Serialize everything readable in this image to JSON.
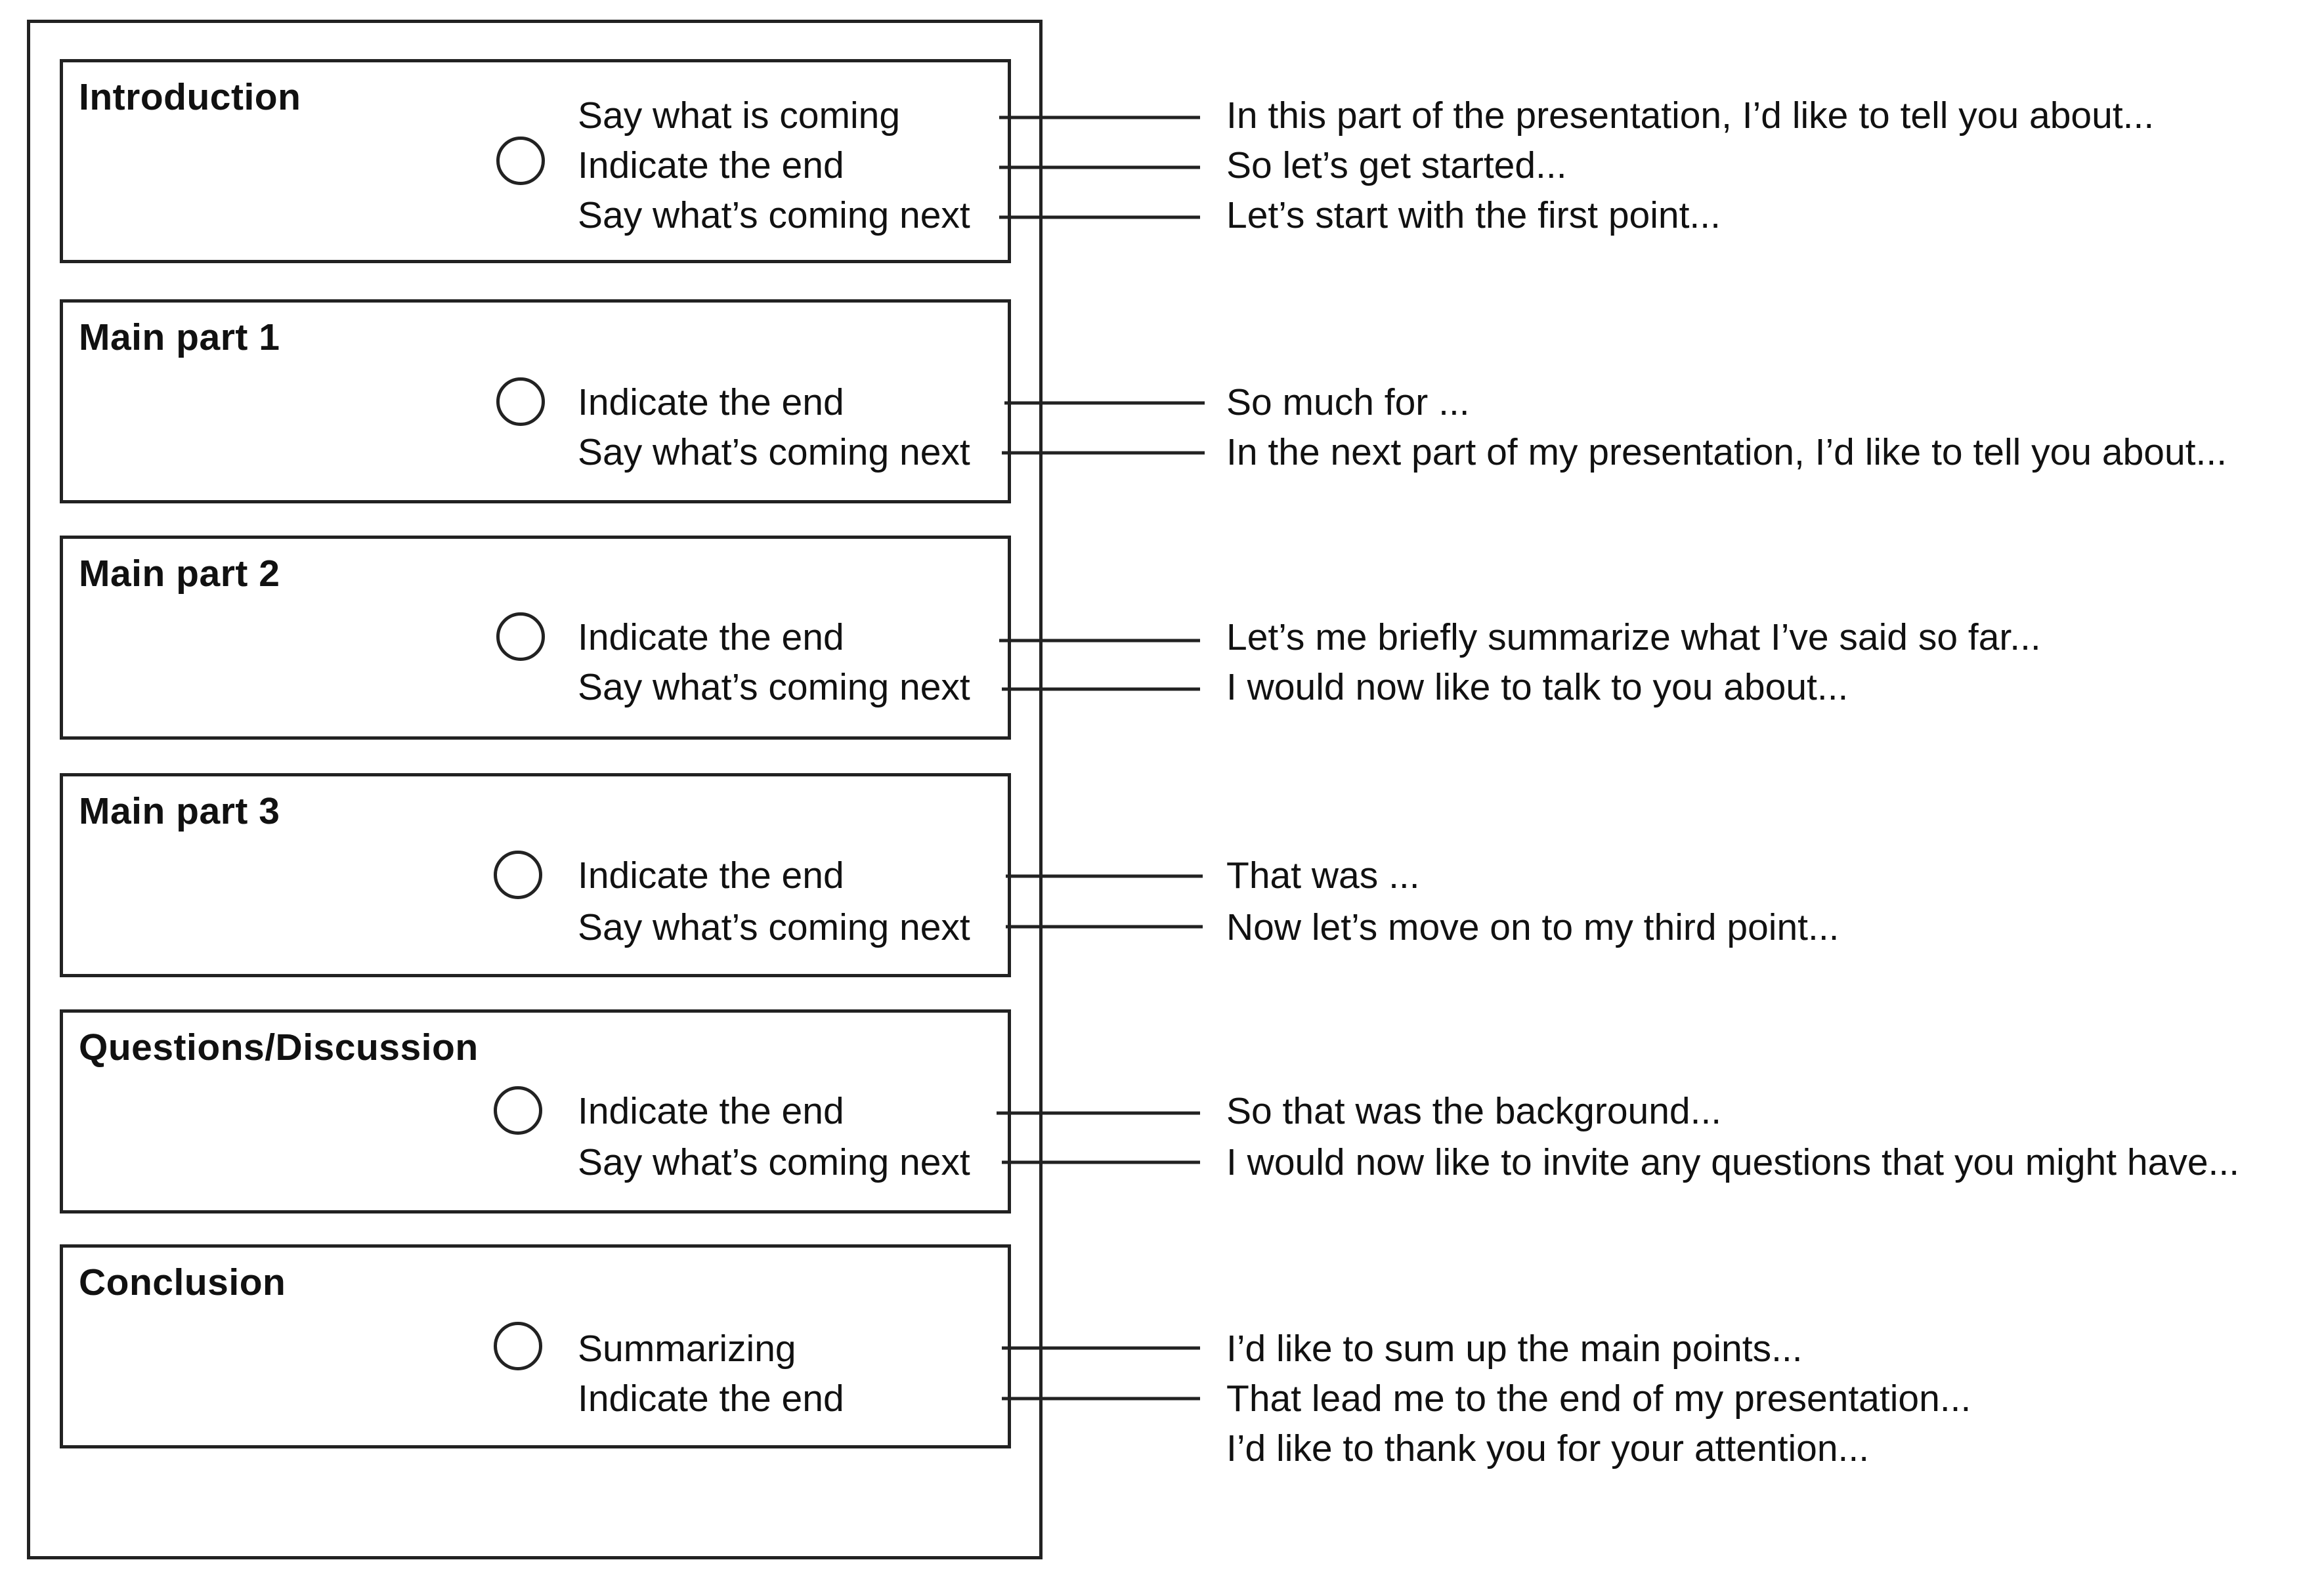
{
  "sections": [
    {
      "title": "Introduction",
      "steps": [
        "Say what is coming",
        "Indicate the end",
        "Say what’s coming next"
      ],
      "phrases": [
        "In this part of the presentation, I’d like to tell you about...",
        "So let’s get started...",
        "Let’s start with the first point..."
      ]
    },
    {
      "title": "Main part 1",
      "steps": [
        "Indicate the end",
        "Say what’s coming next"
      ],
      "phrases": [
        "So much for ...",
        "In the next part of my presentation, I’d like to tell you about..."
      ]
    },
    {
      "title": "Main part 2",
      "steps": [
        "Indicate the end",
        "Say what’s coming next"
      ],
      "phrases": [
        "Let’s me briefly summarize what I’ve said so far...",
        "I would now like to talk to you about..."
      ]
    },
    {
      "title": "Main part 3",
      "steps": [
        "Indicate the end",
        "Say what’s coming next"
      ],
      "phrases": [
        "That was ...",
        "Now let’s move on to my third point..."
      ]
    },
    {
      "title": "Questions/Discussion",
      "steps": [
        "Indicate the end",
        "Say what’s coming next"
      ],
      "phrases": [
        "So that was the background...",
        "I would now like to invite any questions that you might have..."
      ]
    },
    {
      "title": "Conclusion",
      "steps": [
        "Summarizing",
        "Indicate the end"
      ],
      "phrases": [
        "I’d like to sum up the main points...",
        "That lead me to the end of my presentation..."
      ],
      "extra_phrase": "I’d like to thank you for your attention..."
    }
  ]
}
